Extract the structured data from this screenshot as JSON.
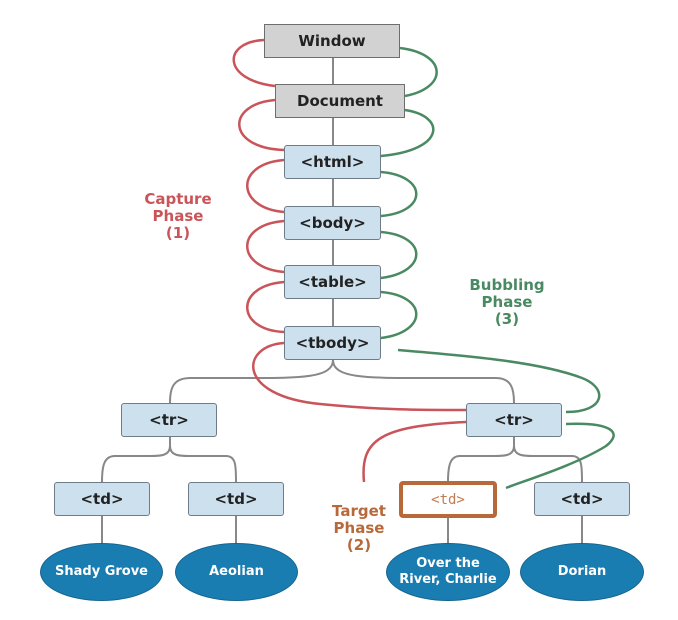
{
  "nodes": {
    "window": "Window",
    "document": "Document",
    "html": "<html>",
    "body": "<body>",
    "table": "<table>",
    "tbody": "<tbody>",
    "tr_left": "<tr>",
    "tr_right": "<tr>",
    "td_1": "<td>",
    "td_2": "<td>",
    "td_target": "<td>",
    "td_4": "<td>"
  },
  "leaves": {
    "shady_grove": "Shady Grove",
    "aeolian": "Aeolian",
    "over_the_river": "Over the River, Charlie",
    "dorian": "Dorian"
  },
  "phases": {
    "capture": {
      "line1": "Capture",
      "line2": "Phase",
      "line3": "(1)"
    },
    "bubbling": {
      "line1": "Bubbling",
      "line2": "Phase",
      "line3": "(3)"
    },
    "target": {
      "line1": "Target",
      "line2": "Phase",
      "line3": "(2)"
    }
  },
  "colors": {
    "capture": "#c9545a",
    "bubbling": "#4a8a62",
    "target": "#b8693a",
    "node_fill": "#cde0ee",
    "leaf_fill": "#1a7db1"
  }
}
